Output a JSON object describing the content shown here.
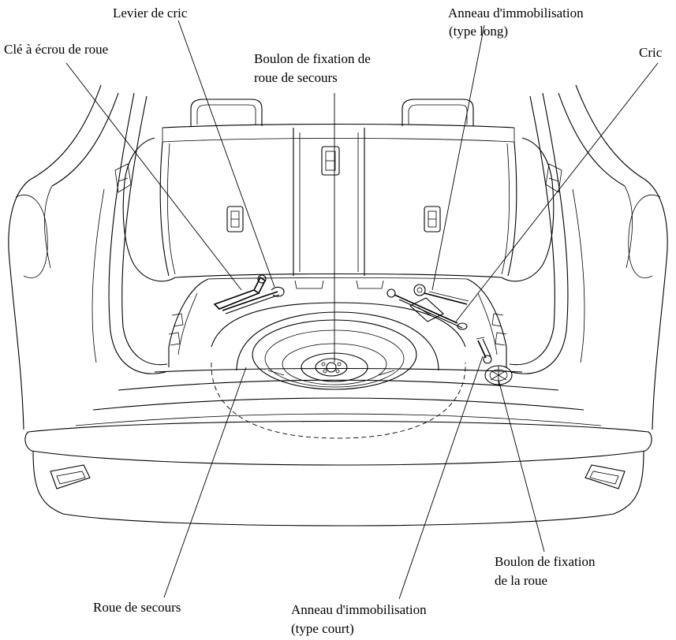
{
  "labels": {
    "levier_de_cric": "Levier de cric",
    "anneau_long_1": "Anneau d'immobilisation",
    "anneau_long_2": "(type long)",
    "cle_ecrou": "Clé à écrou de roue",
    "boulon_secours_1": "Boulon de fixation de",
    "boulon_secours_2": "roue de secours",
    "cric": "Cric",
    "boulon_roue_1": "Boulon de fixation",
    "boulon_roue_2": "de la roue",
    "roue_secours": "Roue de secours",
    "anneau_court_1": "Anneau d'immobilisation",
    "anneau_court_2": "(type court)"
  }
}
